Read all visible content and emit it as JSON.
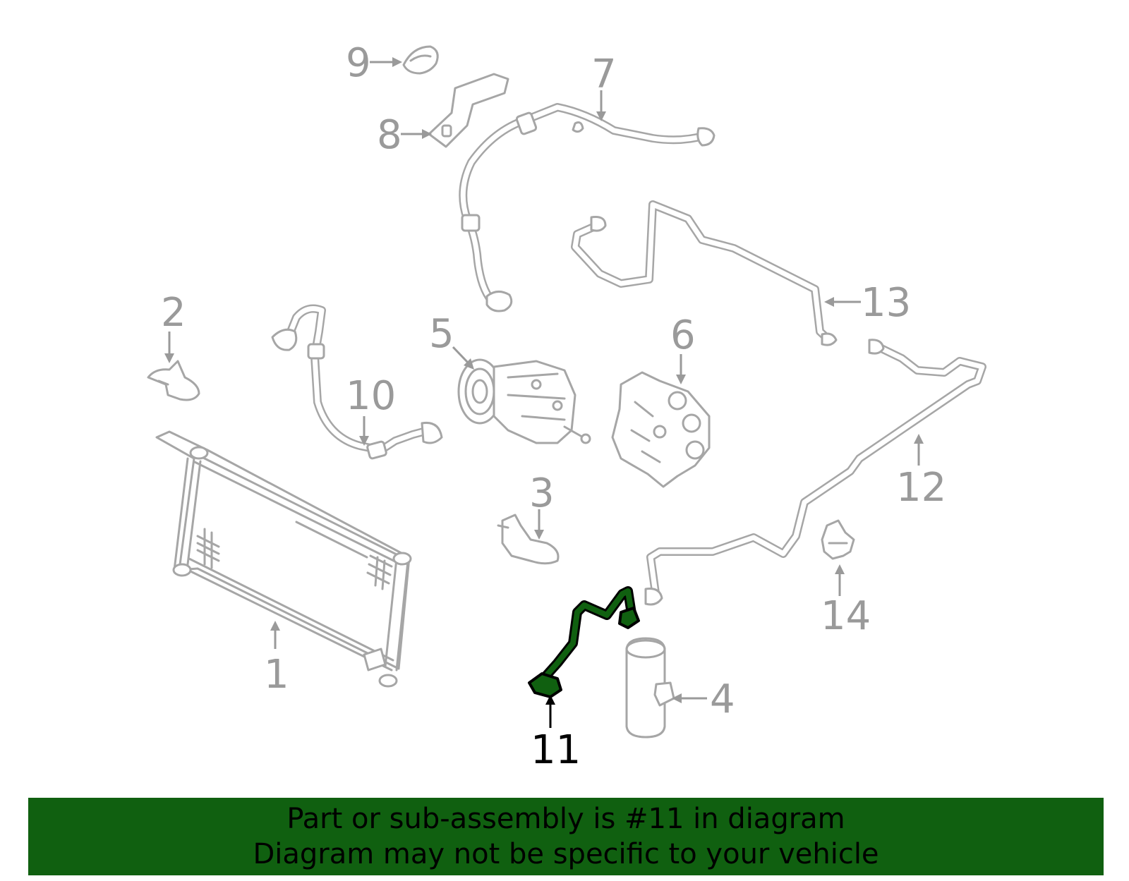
{
  "diagram": {
    "highlight_color": "#106010",
    "part_color": "#a6a6a6",
    "label_color": "#9a9a9a",
    "highlighted_label_color": "#000000",
    "callouts": {
      "c1": "1",
      "c2": "2",
      "c3": "3",
      "c4": "4",
      "c5": "5",
      "c6": "6",
      "c7": "7",
      "c8": "8",
      "c9": "9",
      "c10": "10",
      "c11": "11",
      "c12": "12",
      "c13": "13",
      "c14": "14"
    },
    "highlighted_part": "11"
  },
  "footer": {
    "background": "#106010",
    "line1": "Part or sub-assembly is #11 in diagram",
    "line2": "Diagram may not be specific to your vehicle"
  }
}
